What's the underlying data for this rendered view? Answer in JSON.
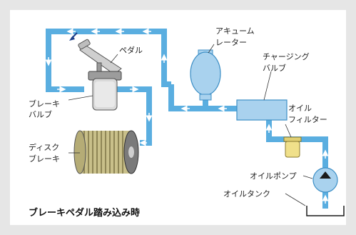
{
  "labels": {
    "pedal": "ペダル",
    "accumulator_1": "アキューム",
    "accumulator_2": "レーター",
    "charging_valve_1": "チャージング",
    "charging_valve_2": "バルブ",
    "brake_valve_1": "ブレーキ",
    "brake_valve_2": "バルブ",
    "oil_filter_1": "オイル",
    "oil_filter_2": "フィルター",
    "disc_brake_1": "ディスク",
    "disc_brake_2": "ブレーキ",
    "oil_pump": "オイルポンプ",
    "oil_tank": "オイルタンク"
  },
  "caption": "ブレーキペダル踏み込み時",
  "colors": {
    "pipe": "#5aaee0",
    "component": "#a9d2ee",
    "component_stroke": "#3d8fc6",
    "arrow": "#ffffff",
    "disc_body": "#c9c08a",
    "disc_stripe": "#8f8656",
    "filter": "#f0e08a",
    "valve_grey": "#d9d9d9"
  }
}
